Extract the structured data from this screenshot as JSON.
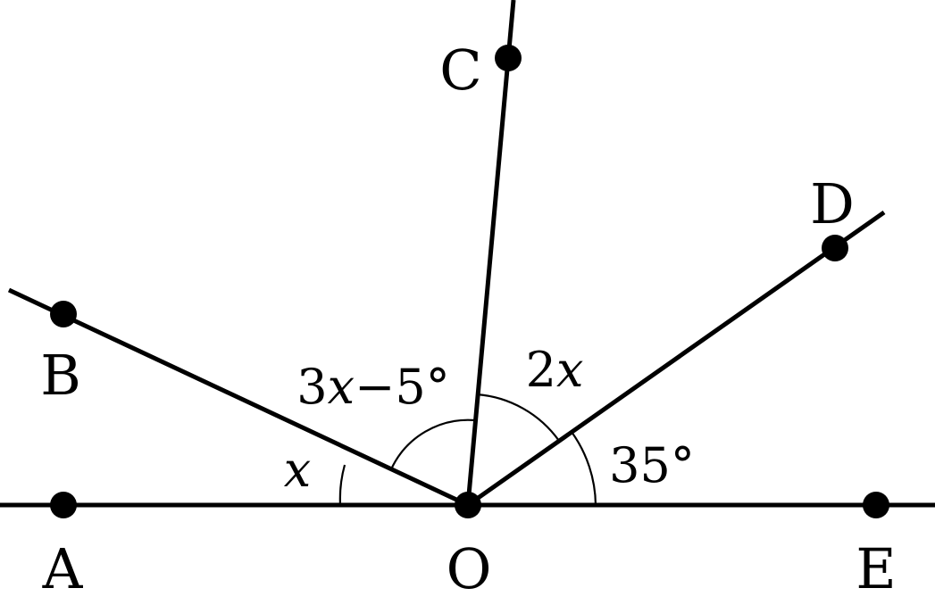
{
  "points": {
    "A": "A",
    "B": "B",
    "C": "C",
    "D": "D",
    "E": "E",
    "O": "O"
  },
  "angles": {
    "aob_coef": "",
    "aob_var": "x",
    "aob_const": "",
    "boc_coef": "3",
    "boc_var": "x",
    "boc_const": "−5°",
    "cod_coef": "2",
    "cod_var": "x",
    "cod_const": "",
    "doe_coef": "",
    "doe_var": "",
    "doe_const": "35°"
  }
}
